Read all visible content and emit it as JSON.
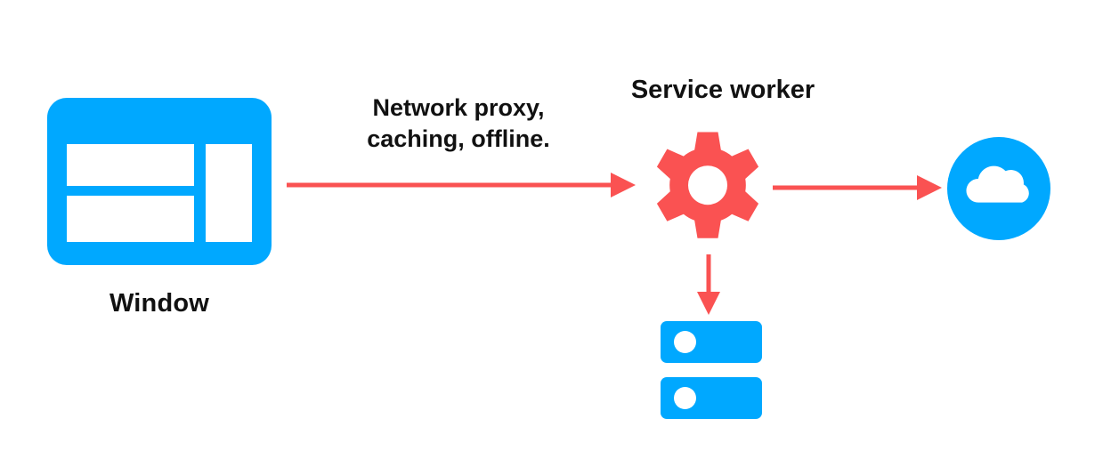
{
  "diagram": {
    "title": "Service worker network proxy diagram",
    "background_color": "#FFFFFF",
    "colors": {
      "blue": "#00A8FF",
      "red": "#FA5252",
      "text": "#111111",
      "white": "#FFFFFF"
    }
  },
  "nodes": {
    "window": {
      "label": "Window",
      "icon": "browser-window-icon",
      "color": "#00A8FF"
    },
    "service_worker": {
      "label": "Service worker",
      "icon": "gear-icon",
      "color": "#FA5252"
    },
    "cloud": {
      "label": "",
      "icon": "cloud-icon",
      "color": "#00A8FF"
    },
    "storage": {
      "label": "",
      "icon": "server-storage-icon",
      "color": "#00A8FF"
    }
  },
  "edges": {
    "window_to_service_worker": {
      "caption_line_1": "Network proxy,",
      "caption_line_2": "caching, offline.",
      "direction": "right",
      "color": "#FA5252"
    },
    "service_worker_to_cloud": {
      "caption": "",
      "direction": "right",
      "color": "#FA5252"
    },
    "service_worker_to_storage": {
      "caption": "",
      "direction": "down",
      "color": "#FA5252"
    }
  }
}
